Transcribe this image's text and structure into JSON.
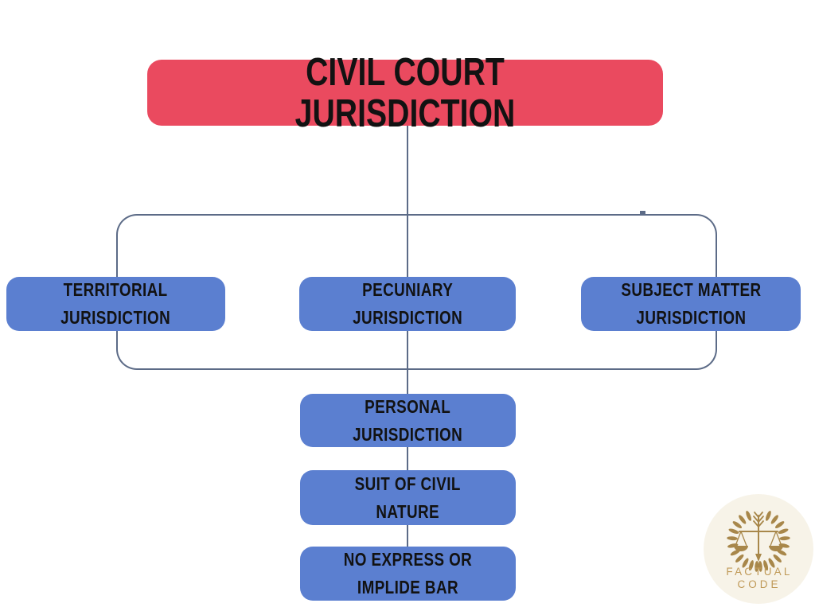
{
  "title": {
    "label": "CIVIL COURT JURISDICTION"
  },
  "nodes": {
    "territorial": {
      "label": "TERRITORIAL\nJURISDICTION"
    },
    "pecuniary": {
      "label": "PECUNIARY\nJURISDICTION"
    },
    "subject_matter": {
      "label": "SUBJECT MATTER\nJURISDICTION"
    },
    "personal": {
      "label": "PERSONAL\nJURISDICTION"
    },
    "suit_of_civil_nature": {
      "label": "SUIT OF CIVIL\nNATURE"
    },
    "no_express_or_implide_bar": {
      "label": "NO EXPRESS OR\nIMPLIDE BAR"
    }
  },
  "logo": {
    "line1": "FACTUAL",
    "line2": "CODE"
  },
  "colors": {
    "title_bg": "#ea4a5f",
    "node_bg": "#5b7fd0",
    "connector": "#5c6b87",
    "text": "#121212",
    "logo_gold": "#a8874a",
    "logo_text_gold": "#c09a58",
    "logo_bg": "#f7f3e8"
  }
}
